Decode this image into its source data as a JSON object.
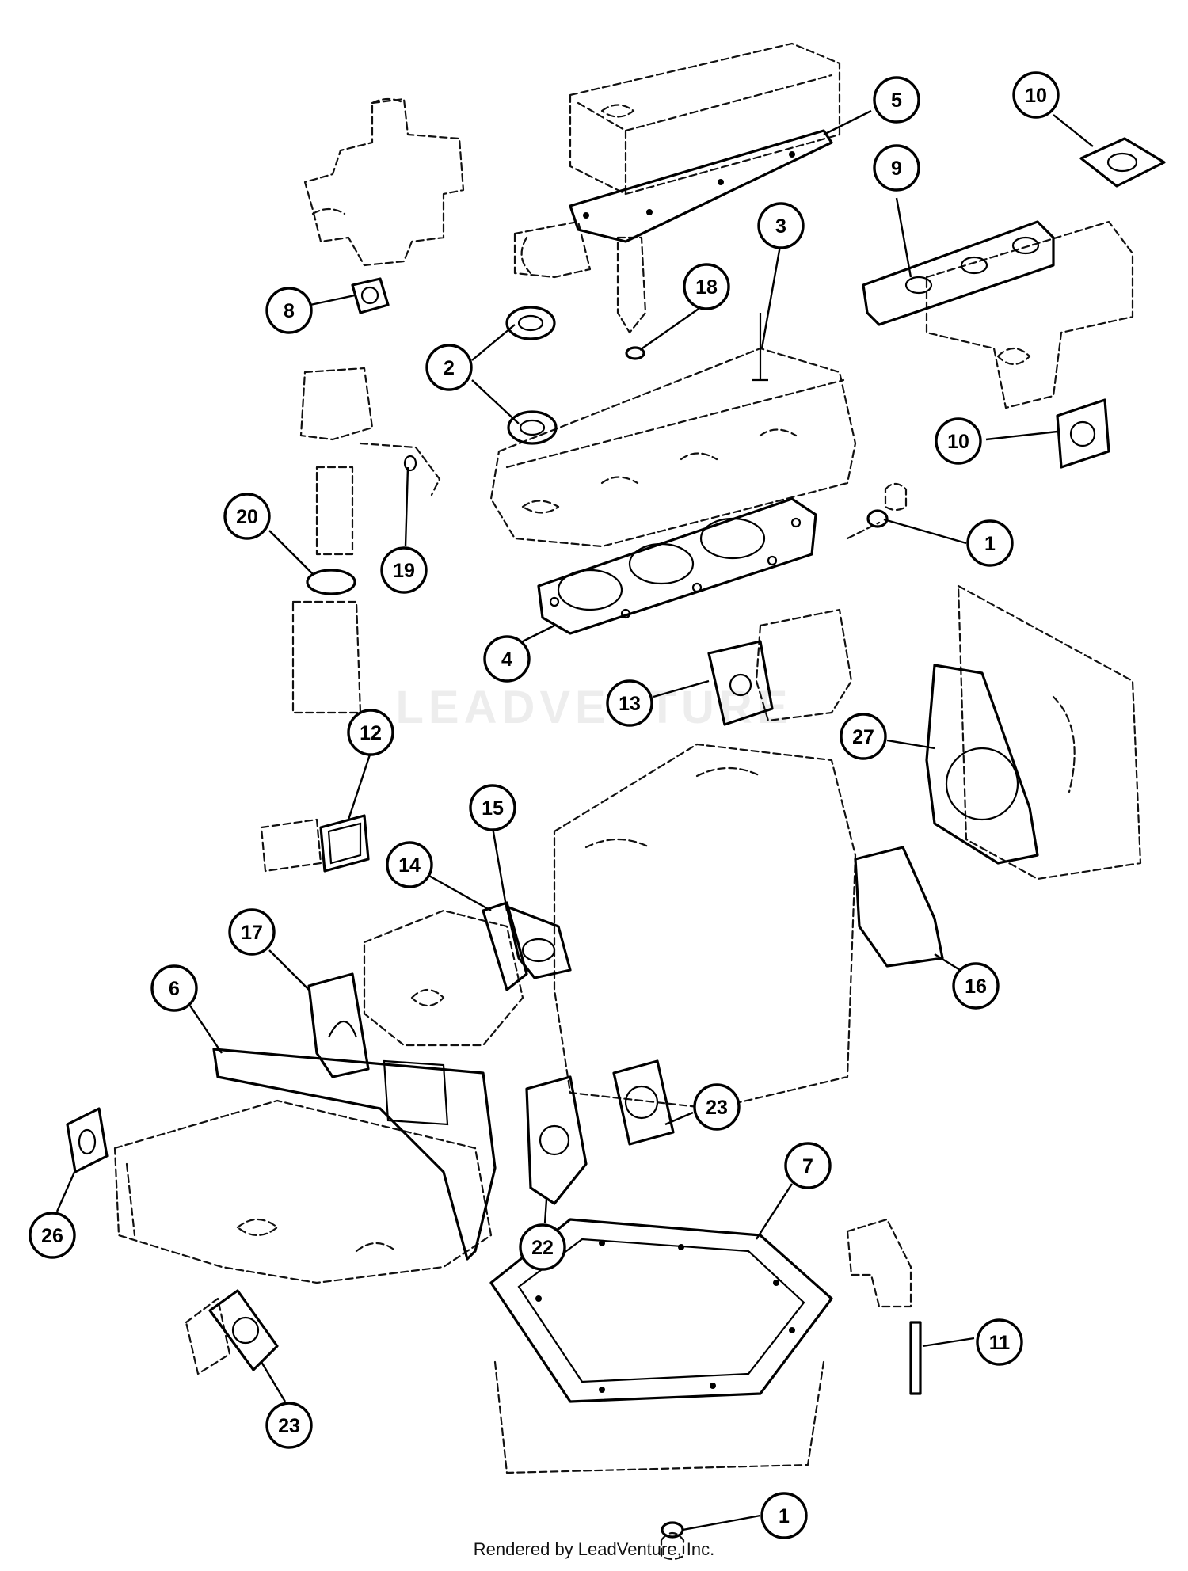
{
  "diagram": {
    "callouts": [
      {
        "id": "c1a",
        "label": "1"
      },
      {
        "id": "c1b",
        "label": "1"
      },
      {
        "id": "c2",
        "label": "2"
      },
      {
        "id": "c3",
        "label": "3"
      },
      {
        "id": "c4",
        "label": "4"
      },
      {
        "id": "c5",
        "label": "5"
      },
      {
        "id": "c6",
        "label": "6"
      },
      {
        "id": "c7",
        "label": "7"
      },
      {
        "id": "c8",
        "label": "8"
      },
      {
        "id": "c9",
        "label": "9"
      },
      {
        "id": "c10a",
        "label": "10"
      },
      {
        "id": "c10b",
        "label": "10"
      },
      {
        "id": "c11",
        "label": "11"
      },
      {
        "id": "c12",
        "label": "12"
      },
      {
        "id": "c13",
        "label": "13"
      },
      {
        "id": "c14",
        "label": "14"
      },
      {
        "id": "c15",
        "label": "15"
      },
      {
        "id": "c16",
        "label": "16"
      },
      {
        "id": "c17",
        "label": "17"
      },
      {
        "id": "c18",
        "label": "18"
      },
      {
        "id": "c19",
        "label": "19"
      },
      {
        "id": "c20",
        "label": "20"
      },
      {
        "id": "c22",
        "label": "22"
      },
      {
        "id": "c23a",
        "label": "23"
      },
      {
        "id": "c23b",
        "label": "23"
      },
      {
        "id": "c26",
        "label": "26"
      },
      {
        "id": "c27",
        "label": "27"
      }
    ]
  },
  "watermark": "LEADVENTURE",
  "footer": "Rendered by LeadVenture, Inc."
}
